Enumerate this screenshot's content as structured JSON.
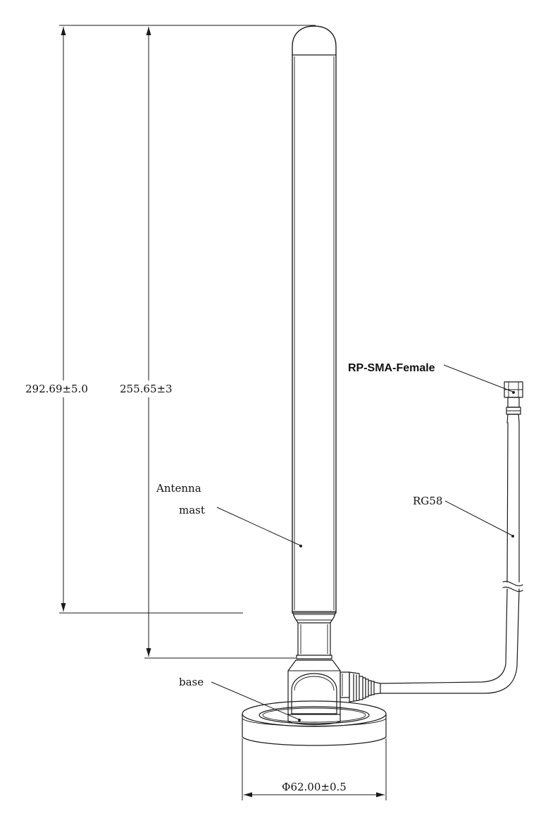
{
  "dimensions": {
    "overall_height": "292.69±5.0",
    "mast_height": "255.65±3",
    "base_diameter": "Φ62.00±0.5"
  },
  "callouts": {
    "antenna_mast_line1": "Antenna",
    "antenna_mast_line2": "mast",
    "base": "base",
    "cable": "RG58",
    "connector": "RP-SMA-Female"
  },
  "colors": {
    "line": "#1a1a1a",
    "background": "#ffffff"
  }
}
